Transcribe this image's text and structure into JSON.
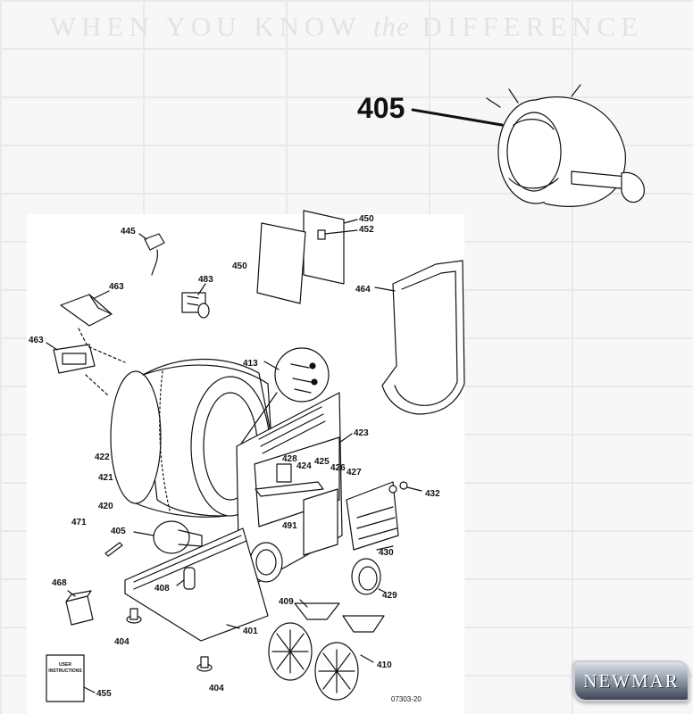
{
  "tagline": {
    "part1": "WHEN YOU KNOW",
    "part2": "the",
    "part3": "DIFFERENCE"
  },
  "logo": {
    "text": "NEWMAR"
  },
  "diagram": {
    "motor_callout": "405",
    "doc_code": "07303-20",
    "manual_text": {
      "line1": "USER",
      "line2": "INSTRUCTIONS"
    },
    "parts": [
      {
        "id": "p445",
        "label": "445"
      },
      {
        "id": "p450a",
        "label": "450"
      },
      {
        "id": "p452",
        "label": "452"
      },
      {
        "id": "p450b",
        "label": "450"
      },
      {
        "id": "p463a",
        "label": "463"
      },
      {
        "id": "p483",
        "label": "483"
      },
      {
        "id": "p464",
        "label": "464"
      },
      {
        "id": "p463b",
        "label": "463"
      },
      {
        "id": "p413",
        "label": "413"
      },
      {
        "id": "p423",
        "label": "423"
      },
      {
        "id": "p422",
        "label": "422"
      },
      {
        "id": "p428",
        "label": "428"
      },
      {
        "id": "p424",
        "label": "424"
      },
      {
        "id": "p425",
        "label": "425"
      },
      {
        "id": "p426",
        "label": "426"
      },
      {
        "id": "p427",
        "label": "427"
      },
      {
        "id": "p421",
        "label": "421"
      },
      {
        "id": "p432",
        "label": "432"
      },
      {
        "id": "p420",
        "label": "420"
      },
      {
        "id": "p491",
        "label": "491"
      },
      {
        "id": "p471",
        "label": "471"
      },
      {
        "id": "p405",
        "label": "405"
      },
      {
        "id": "p430",
        "label": "430"
      },
      {
        "id": "p468",
        "label": "468"
      },
      {
        "id": "p408",
        "label": "408"
      },
      {
        "id": "p429",
        "label": "429"
      },
      {
        "id": "p409",
        "label": "409"
      },
      {
        "id": "p404a",
        "label": "404"
      },
      {
        "id": "p401",
        "label": "401"
      },
      {
        "id": "p410",
        "label": "410"
      },
      {
        "id": "p404b",
        "label": "404"
      },
      {
        "id": "p455",
        "label": "455"
      }
    ]
  },
  "colors": {
    "ink": "#111111",
    "brick_mortar": "#e9e9e9",
    "tagline": "#e3e3e3"
  }
}
